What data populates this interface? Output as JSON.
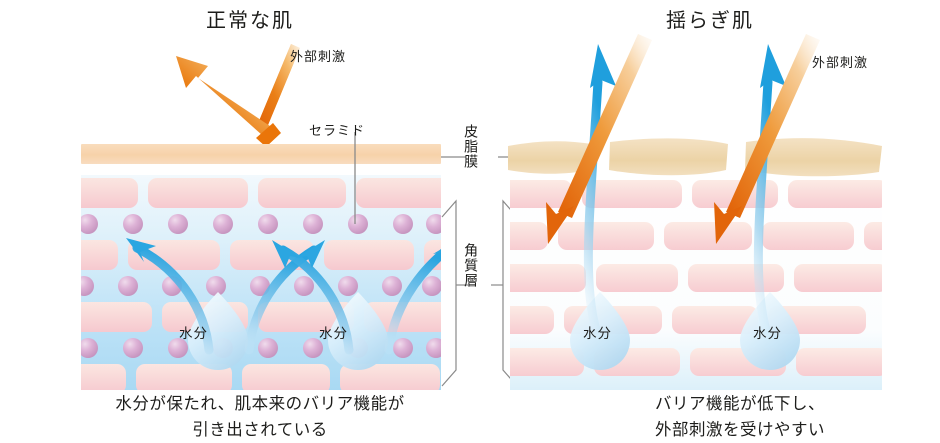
{
  "left_panel": {
    "title": "正常な肌",
    "stimulus_label": "外部刺激",
    "ceramide_label": "セラミド",
    "droplet_labels": [
      "水分",
      "水分"
    ],
    "caption_line1": "水分が保たれ、肌本来のバリア機能が",
    "caption_line2": "引き出されている"
  },
  "right_panel": {
    "title": "揺らぎ肌",
    "stimulus_label": "外部刺激",
    "droplet_labels": [
      "水分",
      "水分"
    ],
    "caption_line1": "バリア機能が低下し、",
    "caption_line2": "外部刺激を受けやすい"
  },
  "center_labels": {
    "sebum_film": "皮脂膜",
    "horny_layer": "角質層"
  },
  "colors": {
    "sebum": "#f7d9b4",
    "sebum_broken": "#eed9b0",
    "brick_pink": "#f7ccd0",
    "brick_pale": "#fbe3dc",
    "water_blue": "#b5dcf4",
    "ceramide": "#d6a9cc",
    "arrow_orange": "#e8690b",
    "arrow_blue": "#27a4e0",
    "line_gray": "#8a8a8a",
    "text": "#1d1d1b"
  }
}
